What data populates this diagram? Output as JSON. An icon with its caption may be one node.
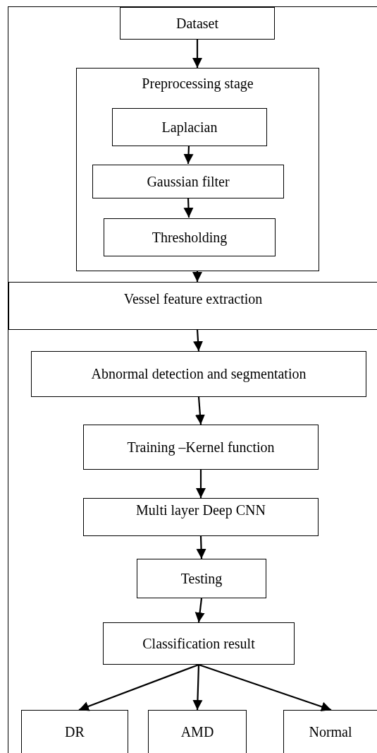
{
  "diagram": {
    "nodes": [
      {
        "text": [
          "Dataset"
        ]
      },
      {
        "text": [
          "Preprocessing stage"
        ]
      },
      {
        "text": [
          "Laplacian"
        ],
        "in": 1
      },
      {
        "text": [
          "Gaussian filter"
        ],
        "in": 1
      },
      {
        "text": [
          "Thresholding"
        ],
        "in": 1
      },
      {
        "text": [
          "Vessel feature extraction"
        ]
      },
      {
        "text": [
          "Abnormal detection and segmentation"
        ]
      },
      {
        "text": [
          "Training –Kernel function"
        ]
      },
      {
        "text": [
          "Multi layer Deep CNN"
        ]
      },
      {
        "text": [
          "Testing"
        ]
      },
      {
        "text": [
          "Classification result"
        ]
      },
      {
        "text": [
          "DR"
        ]
      },
      {
        "text": [
          "AMD"
        ]
      },
      {
        "text": [
          "Normal"
        ]
      }
    ],
    "edges": [
      {
        "from": 0,
        "to": 1,
        "arrow": "to"
      },
      {
        "from": 2,
        "to": 3,
        "arrow": "to"
      },
      {
        "from": 3,
        "to": 4,
        "arrow": "to"
      },
      {
        "from": 1,
        "to": 5,
        "arrow": "to"
      },
      {
        "from": 5,
        "to": 6,
        "arrow": "to"
      },
      {
        "from": 6,
        "to": 7,
        "arrow": "to"
      },
      {
        "from": 7,
        "to": 8,
        "arrow": "to"
      },
      {
        "from": 8,
        "to": 9,
        "arrow": "to"
      },
      {
        "from": 9,
        "to": 10,
        "arrow": "to"
      },
      {
        "from": 10,
        "to": 11,
        "arrow": "to"
      },
      {
        "from": 10,
        "to": 12,
        "arrow": "to"
      },
      {
        "from": 10,
        "to": 13,
        "arrow": "to"
      }
    ]
  }
}
